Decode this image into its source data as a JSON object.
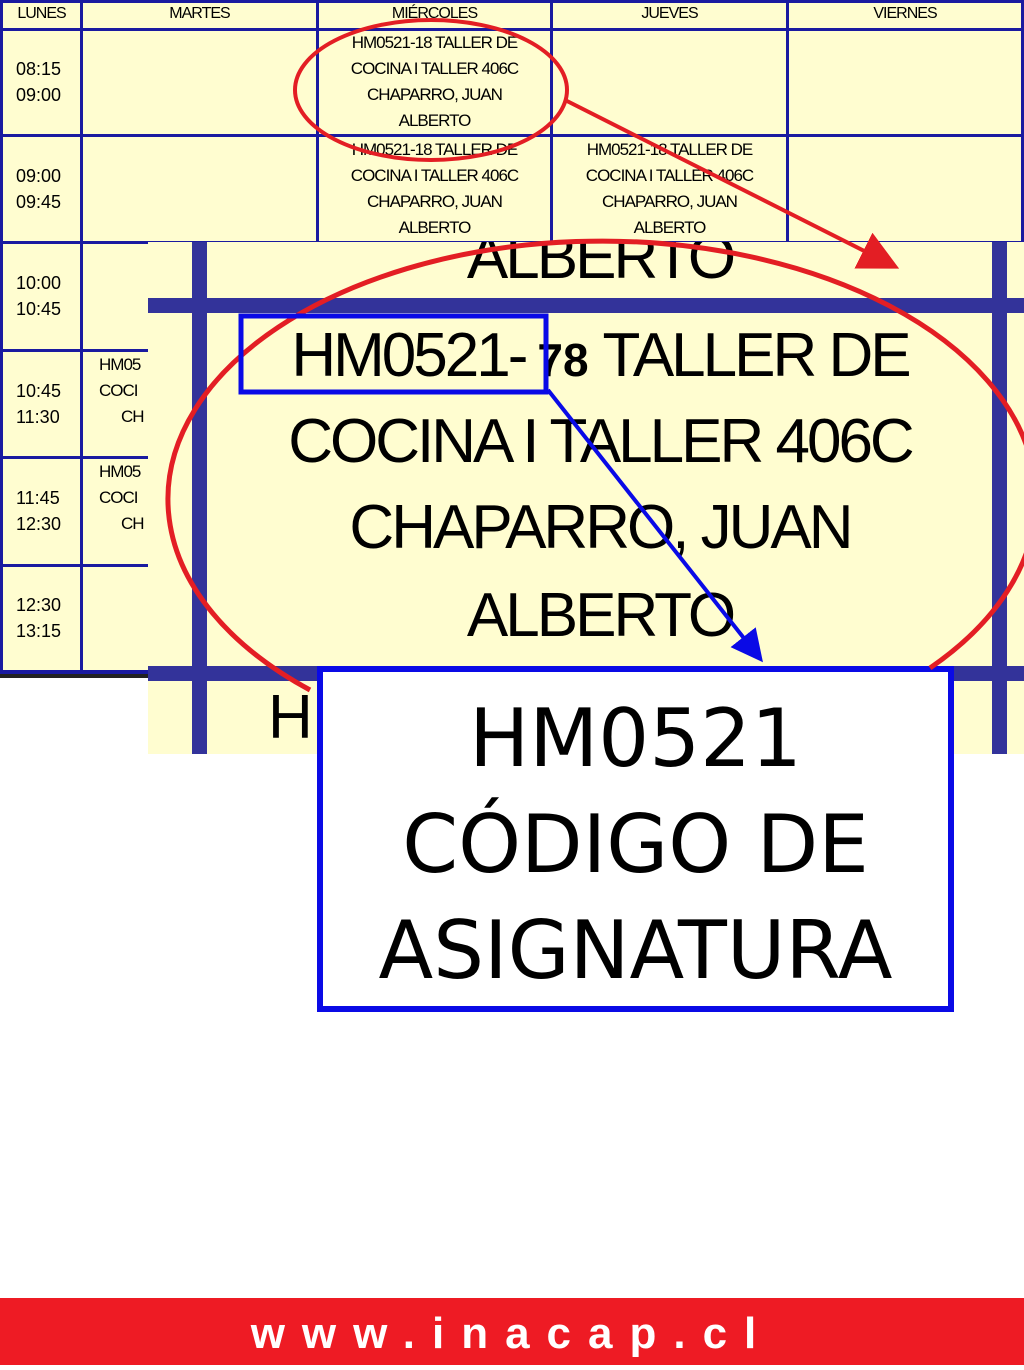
{
  "schedule": {
    "headers": [
      "LUNES",
      "MARTES",
      "MIÉRCOLES",
      "JUEVES",
      "VIERNES"
    ],
    "times": [
      [
        "08:15",
        "09:00"
      ],
      [
        "09:00",
        "09:45"
      ],
      [
        "10:00",
        "10:45"
      ],
      [
        "10:45",
        "11:30"
      ],
      [
        "11:45",
        "12:30"
      ],
      [
        "12:30",
        "13:15"
      ]
    ],
    "course_lines": [
      "HM0521-18 TALLER DE",
      "COCINA I TALLER 406C",
      "CHAPARRO, JUAN",
      "ALBERTO"
    ],
    "partial_lines": [
      "HM05",
      "COCI",
      "CH"
    ]
  },
  "zoom": {
    "top_partial": "ALBERTO",
    "code": "HM0521-",
    "section": "78",
    "line1_rest": "TALLER DE",
    "line2": "COCINA I TALLER 406C",
    "line3": "CHAPARRO, JUAN",
    "line4": "ALBERTO",
    "bottom_partial": "H"
  },
  "callout": {
    "lines": [
      "HM0521",
      "CÓDIGO DE",
      "ASIGNATURA"
    ]
  },
  "footer": {
    "url": "www.inacap.cl"
  },
  "colors": {
    "cell_bg": "#fffdd0",
    "grid": "#1a1aa0",
    "ellipse": "#e31e24",
    "highlight": "#0a0ae6",
    "footer": "#ee1b24"
  }
}
